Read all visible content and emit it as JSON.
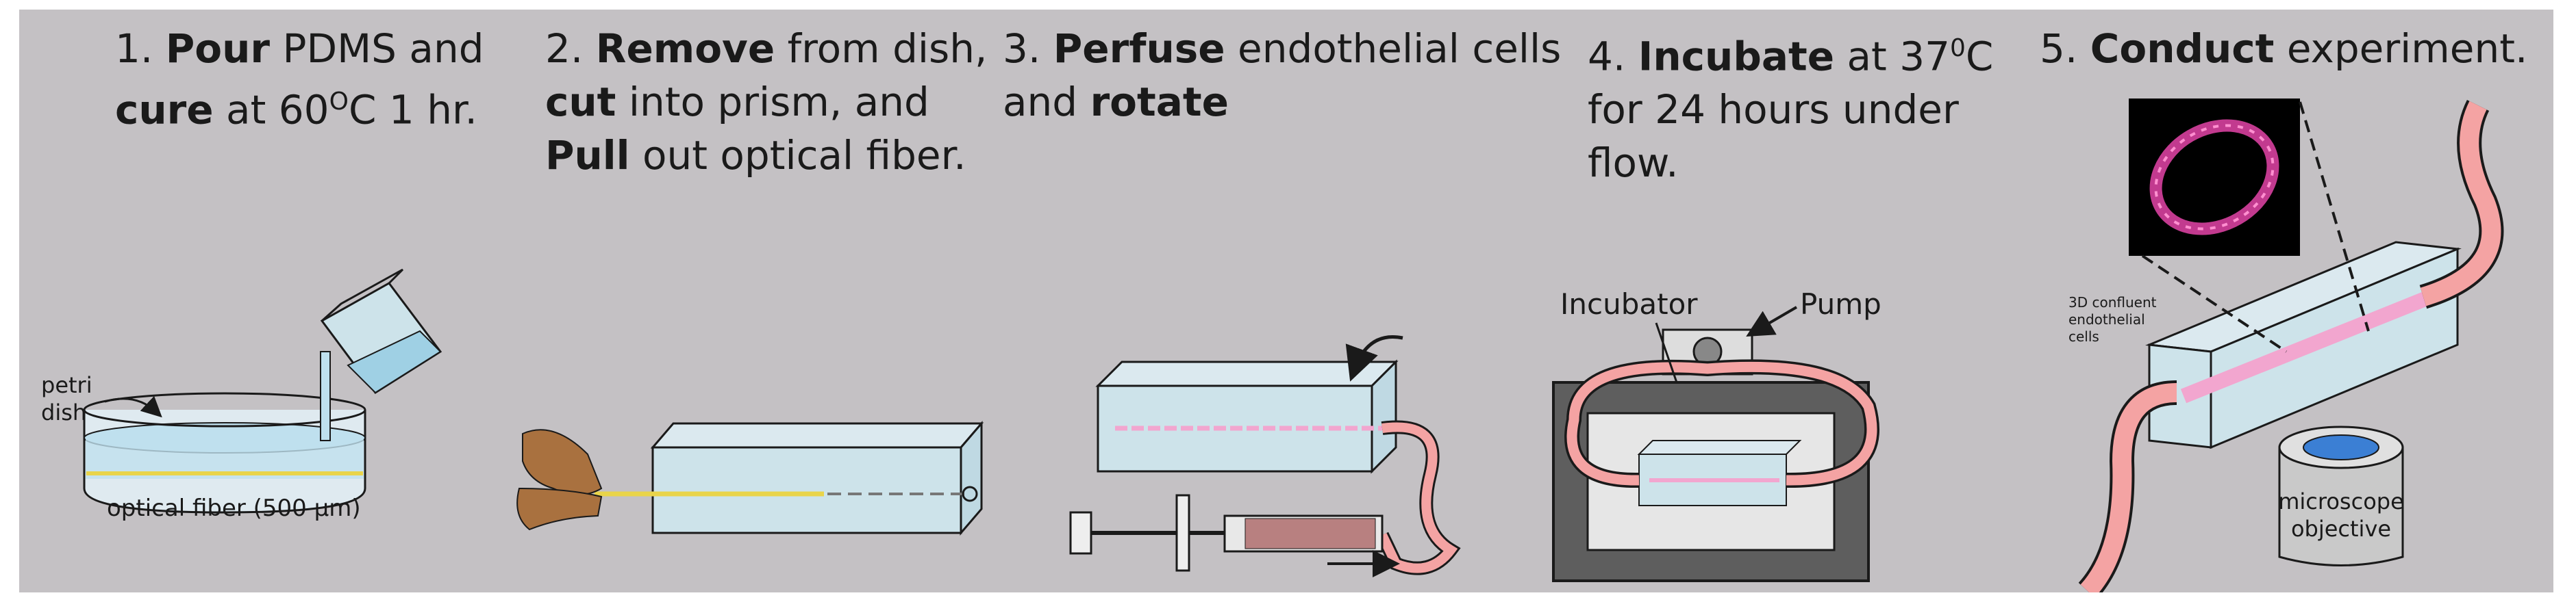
{
  "steps": [
    {
      "lines": [
        [
          {
            "t": "1. ",
            "b": false
          },
          {
            "t": "Pour",
            "b": true
          },
          {
            "t": " PDMS and",
            "b": false
          }
        ],
        [
          {
            "t": "cure",
            "b": true
          },
          {
            "t": " at 60",
            "b": false
          },
          {
            "t": "O",
            "sup": true
          },
          {
            "t": "C 1 hr.",
            "b": false
          }
        ]
      ]
    },
    {
      "lines": [
        [
          {
            "t": "2. ",
            "b": false
          },
          {
            "t": "Remove",
            "b": true
          },
          {
            "t": " from dish,",
            "b": false
          }
        ],
        [
          {
            "t": "cut",
            "b": true
          },
          {
            "t": " into prism, and",
            "b": false
          }
        ],
        [
          {
            "t": "Pull",
            "b": true
          },
          {
            "t": " out optical fiber.",
            "b": false
          }
        ]
      ]
    },
    {
      "lines": [
        [
          {
            "t": "3. ",
            "b": false
          },
          {
            "t": "Perfuse",
            "b": true
          },
          {
            "t": " endothelial cells",
            "b": false
          }
        ],
        [
          {
            "t": "and ",
            "b": false
          },
          {
            "t": "rotate",
            "b": true
          }
        ]
      ]
    },
    {
      "lines": [
        [
          {
            "t": "4. ",
            "b": false
          },
          {
            "t": "Incubate",
            "b": true
          },
          {
            "t": " at 37",
            "b": false
          },
          {
            "t": "0",
            "sup": true
          },
          {
            "t": "C",
            "b": false
          }
        ],
        [
          {
            "t": "for 24 hours under",
            "b": false
          }
        ],
        [
          {
            "t": "flow.",
            "b": false
          }
        ]
      ]
    },
    {
      "lines": [
        [
          {
            "t": "5. ",
            "b": false
          },
          {
            "t": "Conduct",
            "b": true
          },
          {
            "t": " experiment.",
            "b": false
          }
        ]
      ]
    }
  ],
  "labels": {
    "petri_dish_1": "petri",
    "petri_dish_2": "dish",
    "optical_fiber": "optical fiber (500 μm)",
    "incubator": "Incubator",
    "pump": "Pump",
    "cells_1": "3D confluent",
    "cells_2": "endothelial",
    "cells_3": "cells",
    "microscope_1": "microscope",
    "microscope_2": "objective"
  },
  "colors": {
    "panel": "#c4c1c4",
    "pdms": "#cde3ea",
    "tube": "#f4a3a3",
    "cells": "#f2a6cf",
    "incubator": "#5e5e5e",
    "lens": "#3b7fd4",
    "fiber": "#e9d44a",
    "hand": "#a9713f"
  }
}
